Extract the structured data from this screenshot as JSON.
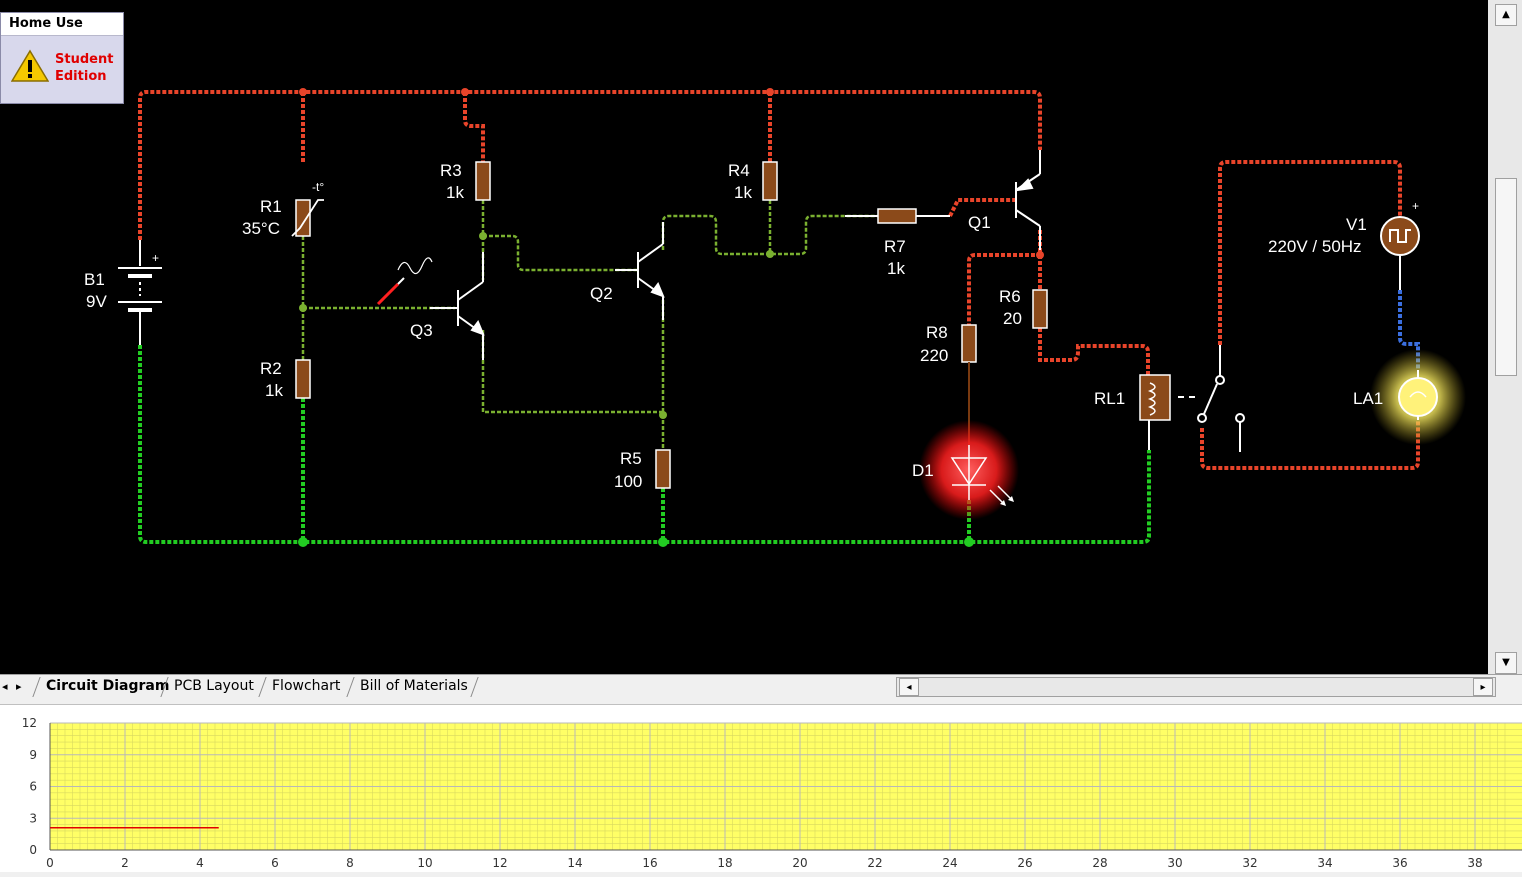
{
  "badge": {
    "title": "Home Use",
    "text_line1": "Student",
    "text_line2": "Edition"
  },
  "components": {
    "B1": {
      "name": "B1",
      "value": "9V"
    },
    "R1": {
      "name": "R1",
      "value": "35°C",
      "marker": "-t°"
    },
    "R2": {
      "name": "R2",
      "value": "1k"
    },
    "R3": {
      "name": "R3",
      "value": "1k"
    },
    "R4": {
      "name": "R4",
      "value": "1k"
    },
    "R5": {
      "name": "R5",
      "value": "100"
    },
    "R6": {
      "name": "R6",
      "value": "20"
    },
    "R7": {
      "name": "R7",
      "value": "1k"
    },
    "R8": {
      "name": "R8",
      "value": "220"
    },
    "Q1": {
      "name": "Q1"
    },
    "Q2": {
      "name": "Q2"
    },
    "Q3": {
      "name": "Q3"
    },
    "D1": {
      "name": "D1"
    },
    "RL1": {
      "name": "RL1"
    },
    "V1": {
      "name": "V1",
      "value": "220V / 50Hz"
    },
    "LA1": {
      "name": "LA1"
    }
  },
  "tabs": [
    {
      "label": "Circuit Diagram",
      "active": true
    },
    {
      "label": "PCB Layout",
      "active": false
    },
    {
      "label": "Flowchart",
      "active": false
    },
    {
      "label": "Bill of Materials",
      "active": false
    }
  ],
  "colors": {
    "positive": "#e8442a",
    "ground": "#22cc22",
    "mid": "#7ab030",
    "component": "#8b4a1a",
    "led": "#ff3030",
    "lamp": "#fff27a"
  },
  "chart_data": {
    "type": "line",
    "xlim": [
      0,
      39
    ],
    "ylim": [
      0,
      12
    ],
    "x_ticks": [
      0,
      2,
      4,
      6,
      8,
      10,
      12,
      14,
      16,
      18,
      20,
      22,
      24,
      26,
      28,
      30,
      32,
      34,
      36,
      38
    ],
    "y_ticks": [
      0,
      3,
      6,
      9,
      12
    ],
    "series": [
      {
        "color": "#e00000",
        "x": [
          0,
          4.5
        ],
        "y": [
          2.1,
          2.1
        ]
      }
    ],
    "grid": true
  }
}
